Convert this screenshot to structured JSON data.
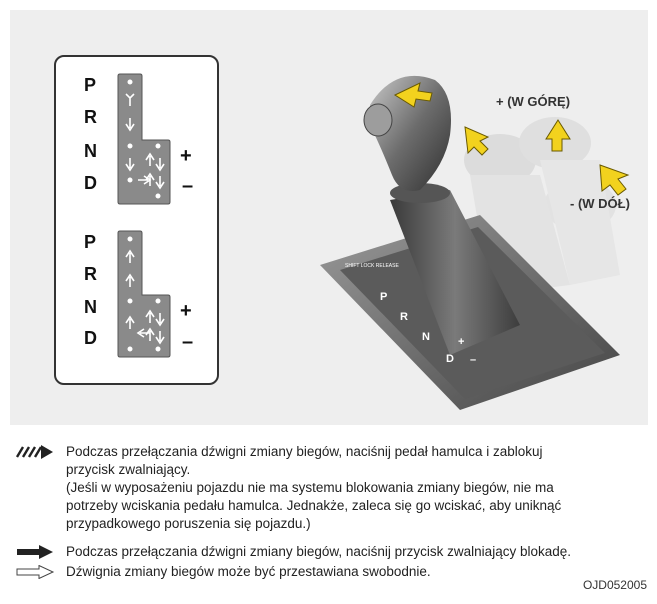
{
  "diagram": {
    "top_letters": [
      "P",
      "R",
      "N",
      "D"
    ],
    "top_signs": [
      "+",
      "–"
    ],
    "bottom_letters": [
      "P",
      "R",
      "N",
      "D"
    ],
    "bottom_signs": [
      "+",
      "–"
    ]
  },
  "photo": {
    "up_label": "+ (W GÓRĘ)",
    "down_label": "- (W DÓŁ)",
    "button_label": "SHIFT LOCK RELEASE",
    "gate_letters": [
      "P",
      "R",
      "N",
      "D",
      "+",
      "–"
    ]
  },
  "legend": {
    "item1_line1": "Podczas przełączania dźwigni zmiany biegów, naciśnij pedał hamulca i zablokuj",
    "item1_line2": "przycisk zwalniający.",
    "item1_line3": "(Jeśli w wyposażeniu pojazdu nie ma systemu blokowania zmiany biegów, nie ma",
    "item1_line4": "potrzeby wciskania pedału hamulca. Jednakże, zaleca się go wciskać, aby uniknąć",
    "item1_line5": "przypadkowego poruszenia się pojazdu.)",
    "item2": "Podczas przełączania dźwigni zmiany biegów, naciśnij przycisk zwalniający blokadę.",
    "item3": "Dźwignia zmiany biegów może być przestawiana swobodnie."
  },
  "figure_code": "OJD052005",
  "colors": {
    "panel": "#eeeeee",
    "arrow_yellow": "#f2d21e",
    "gate_grey": "#8a8a8a"
  }
}
